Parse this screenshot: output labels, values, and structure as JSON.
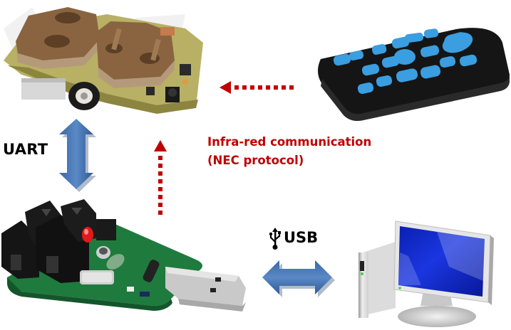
{
  "labels": {
    "uart": "UART",
    "usb": "USB",
    "ir_line1": "Infra-red communication",
    "ir_line2": "(NEC protocol)"
  },
  "devices": {
    "robot": "Robot board with coin-cell battery holders and IR receiver",
    "remote": "Infra-red remote control",
    "usb_programmer": "USB programmer / IR transmitter dongle",
    "computer": "Desktop computer"
  },
  "colors": {
    "ir_red": "#c00000",
    "arrow_blue": "#4a78b5",
    "arrow_blue_dark": "#2f5a93",
    "text_black": "#000000",
    "remote_buttons": "#3a9ee0",
    "monitor_screen": "#1a2fd8"
  },
  "connections": [
    {
      "from": "remote",
      "to": "robot",
      "type": "ir",
      "style": "dotted-red-arrow"
    },
    {
      "from": "usb_programmer",
      "to": "robot",
      "type": "ir",
      "style": "dotted-red-arrow"
    },
    {
      "from": "robot",
      "to": "usb_programmer",
      "type": "uart",
      "style": "double-blue-arrow-vertical"
    },
    {
      "from": "usb_programmer",
      "to": "computer",
      "type": "usb",
      "style": "double-blue-arrow-horizontal"
    }
  ]
}
